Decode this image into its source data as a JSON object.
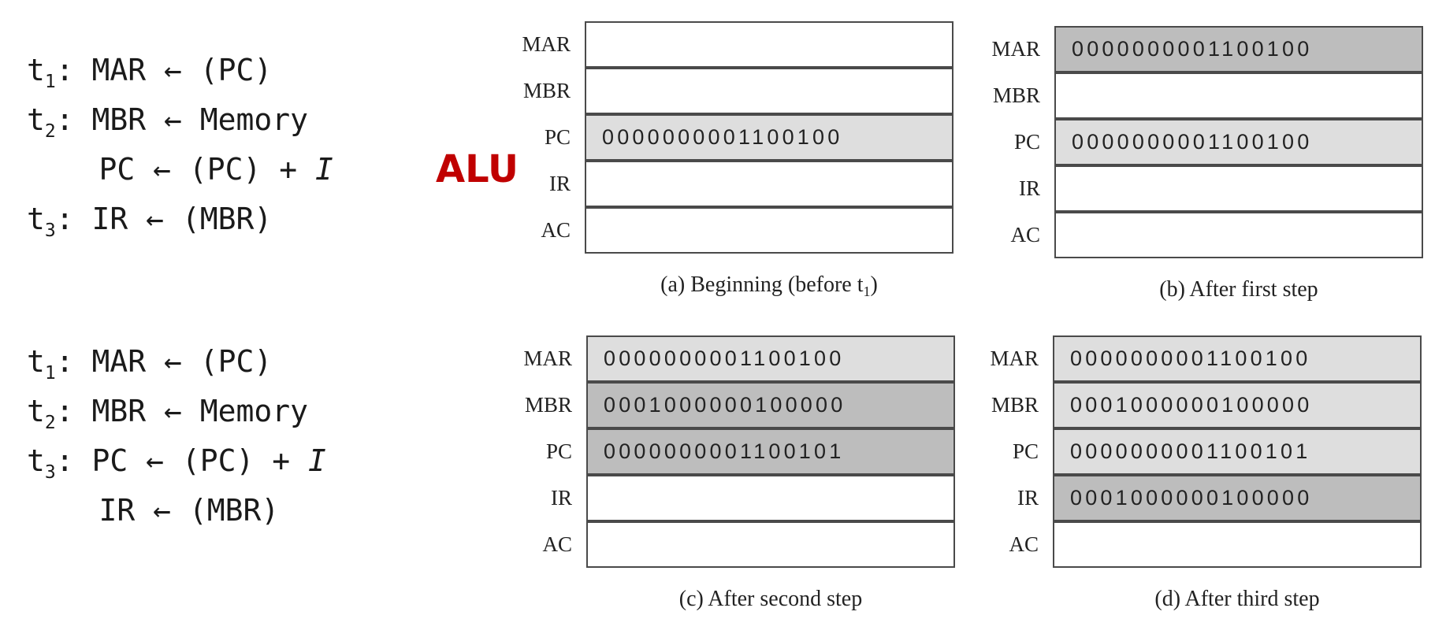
{
  "micro_a": {
    "lines": [
      {
        "t": "t",
        "n": "1",
        "rest": ": MAR ← (PC)",
        "italic": ""
      },
      {
        "t": "t",
        "n": "2",
        "rest": ": MBR ← Memory",
        "italic": ""
      },
      {
        "t": "",
        "n": "",
        "rest": "    PC ← (PC) + ",
        "italic": "I"
      },
      {
        "t": "t",
        "n": "3",
        "rest": ": IR ← (MBR)",
        "italic": ""
      }
    ]
  },
  "micro_b": {
    "lines": [
      {
        "t": "t",
        "n": "1",
        "rest": ": MAR ← (PC)",
        "italic": ""
      },
      {
        "t": "t",
        "n": "2",
        "rest": ": MBR ← Memory",
        "italic": ""
      },
      {
        "t": "t",
        "n": "3",
        "rest": ": PC ← (PC) + ",
        "italic": "I"
      },
      {
        "t": "",
        "n": "",
        "rest": "    IR ← (MBR)",
        "italic": ""
      }
    ]
  },
  "alu_label": "ALU",
  "colors": {
    "alu": "#c00000",
    "light_shade": "#dedede",
    "dark_shade": "#bdbdbd"
  },
  "panels": [
    {
      "caption_pre": "(a) Beginning (before t",
      "caption_sub": "1",
      "caption_post": ")",
      "registers": [
        {
          "name": "MAR",
          "value": "",
          "shade": "none"
        },
        {
          "name": "MBR",
          "value": "",
          "shade": "none"
        },
        {
          "name": "PC",
          "value": "0000000001100100",
          "shade": "light"
        },
        {
          "name": "IR",
          "value": "",
          "shade": "none"
        },
        {
          "name": "AC",
          "value": "",
          "shade": "none"
        }
      ]
    },
    {
      "caption_pre": "(b) After first step",
      "caption_sub": "",
      "caption_post": "",
      "registers": [
        {
          "name": "MAR",
          "value": "0000000001100100",
          "shade": "dark"
        },
        {
          "name": "MBR",
          "value": "",
          "shade": "none"
        },
        {
          "name": "PC",
          "value": "0000000001100100",
          "shade": "light"
        },
        {
          "name": "IR",
          "value": "",
          "shade": "none"
        },
        {
          "name": "AC",
          "value": "",
          "shade": "none"
        }
      ]
    },
    {
      "caption_pre": "(c) After second step",
      "caption_sub": "",
      "caption_post": "",
      "registers": [
        {
          "name": "MAR",
          "value": "0000000001100100",
          "shade": "light"
        },
        {
          "name": "MBR",
          "value": "0001000000100000",
          "shade": "dark"
        },
        {
          "name": "PC",
          "value": "0000000001100101",
          "shade": "dark"
        },
        {
          "name": "IR",
          "value": "",
          "shade": "none"
        },
        {
          "name": "AC",
          "value": "",
          "shade": "none"
        }
      ]
    },
    {
      "caption_pre": "(d) After third step",
      "caption_sub": "",
      "caption_post": "",
      "registers": [
        {
          "name": "MAR",
          "value": "0000000001100100",
          "shade": "light"
        },
        {
          "name": "MBR",
          "value": "0001000000100000",
          "shade": "light"
        },
        {
          "name": "PC",
          "value": "0000000001100101",
          "shade": "light"
        },
        {
          "name": "IR",
          "value": "0001000000100000",
          "shade": "dark"
        },
        {
          "name": "AC",
          "value": "",
          "shade": "none"
        }
      ]
    }
  ]
}
